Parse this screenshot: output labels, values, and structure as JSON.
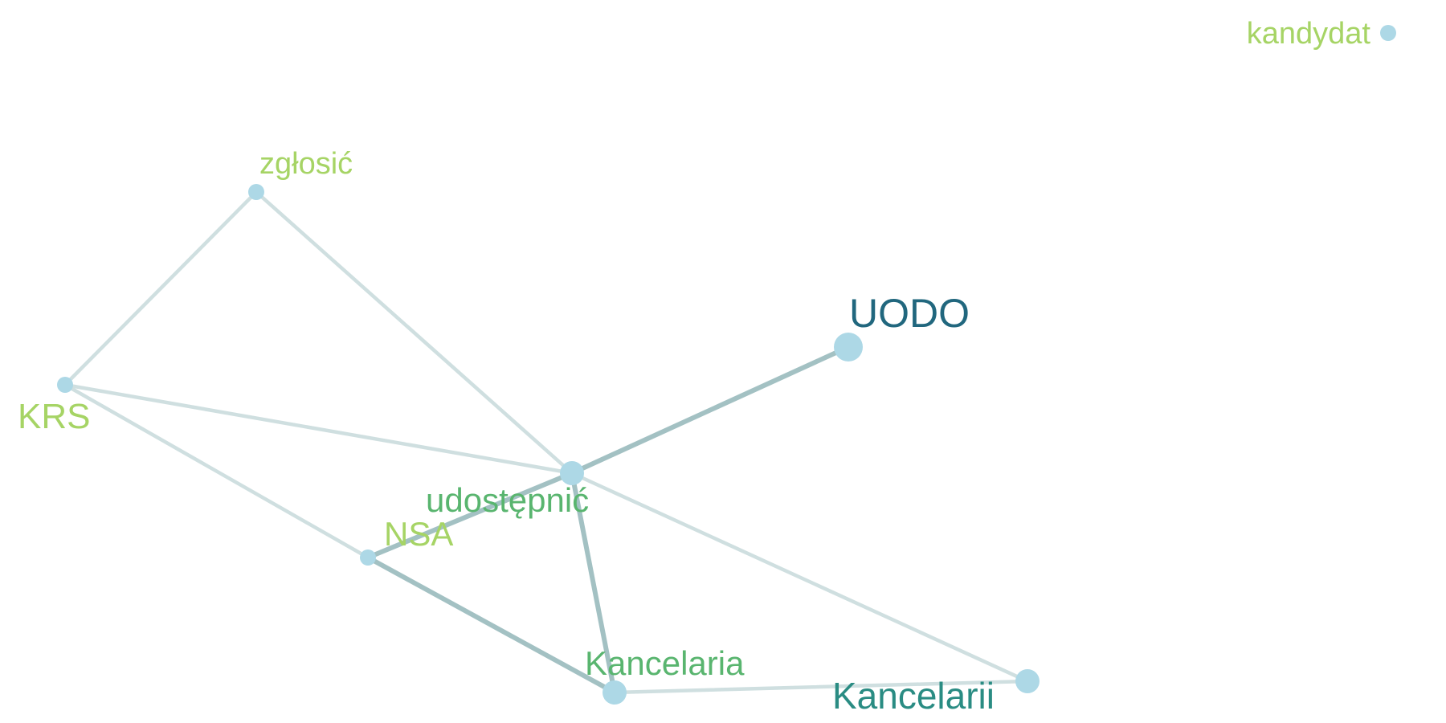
{
  "graph": {
    "nodes": [
      {
        "id": "kandydat",
        "label": "kandydat",
        "size": "small",
        "label_color": "#a6d465"
      },
      {
        "id": "zglosic",
        "label": "zgłosić",
        "size": "small",
        "label_color": "#a6d465"
      },
      {
        "id": "KRS",
        "label": "KRS",
        "size": "small",
        "label_color": "#a6d465"
      },
      {
        "id": "UODO",
        "label": "UODO",
        "size": "large",
        "label_color": "#21677e"
      },
      {
        "id": "udostepnic",
        "label": "udostępnić",
        "size": "medium",
        "label_color": "#59b56f"
      },
      {
        "id": "NSA",
        "label": "NSA",
        "size": "small",
        "label_color": "#a6d465"
      },
      {
        "id": "Kancelaria",
        "label": "Kancelaria",
        "size": "medium",
        "label_color": "#59b56f"
      },
      {
        "id": "Kancelarii",
        "label": "Kancelarii",
        "size": "medium",
        "label_color": "#2a8c83"
      }
    ],
    "edges": [
      {
        "source": "zglosic",
        "target": "KRS",
        "weight": "light"
      },
      {
        "source": "zglosic",
        "target": "udostepnic",
        "weight": "light"
      },
      {
        "source": "KRS",
        "target": "udostepnic",
        "weight": "light"
      },
      {
        "source": "KRS",
        "target": "NSA",
        "weight": "light"
      },
      {
        "source": "udostepnic",
        "target": "UODO",
        "weight": "heavy"
      },
      {
        "source": "udostepnic",
        "target": "NSA",
        "weight": "heavy"
      },
      {
        "source": "udostepnic",
        "target": "Kancelaria",
        "weight": "heavy"
      },
      {
        "source": "udostepnic",
        "target": "Kancelarii",
        "weight": "light"
      },
      {
        "source": "NSA",
        "target": "Kancelaria",
        "weight": "heavy"
      },
      {
        "source": "Kancelaria",
        "target": "Kancelarii",
        "weight": "light"
      }
    ],
    "colors": {
      "node_fill": "#add8e6",
      "edge_light": "#cfdfe0",
      "edge_heavy": "#a3c1c3"
    }
  }
}
